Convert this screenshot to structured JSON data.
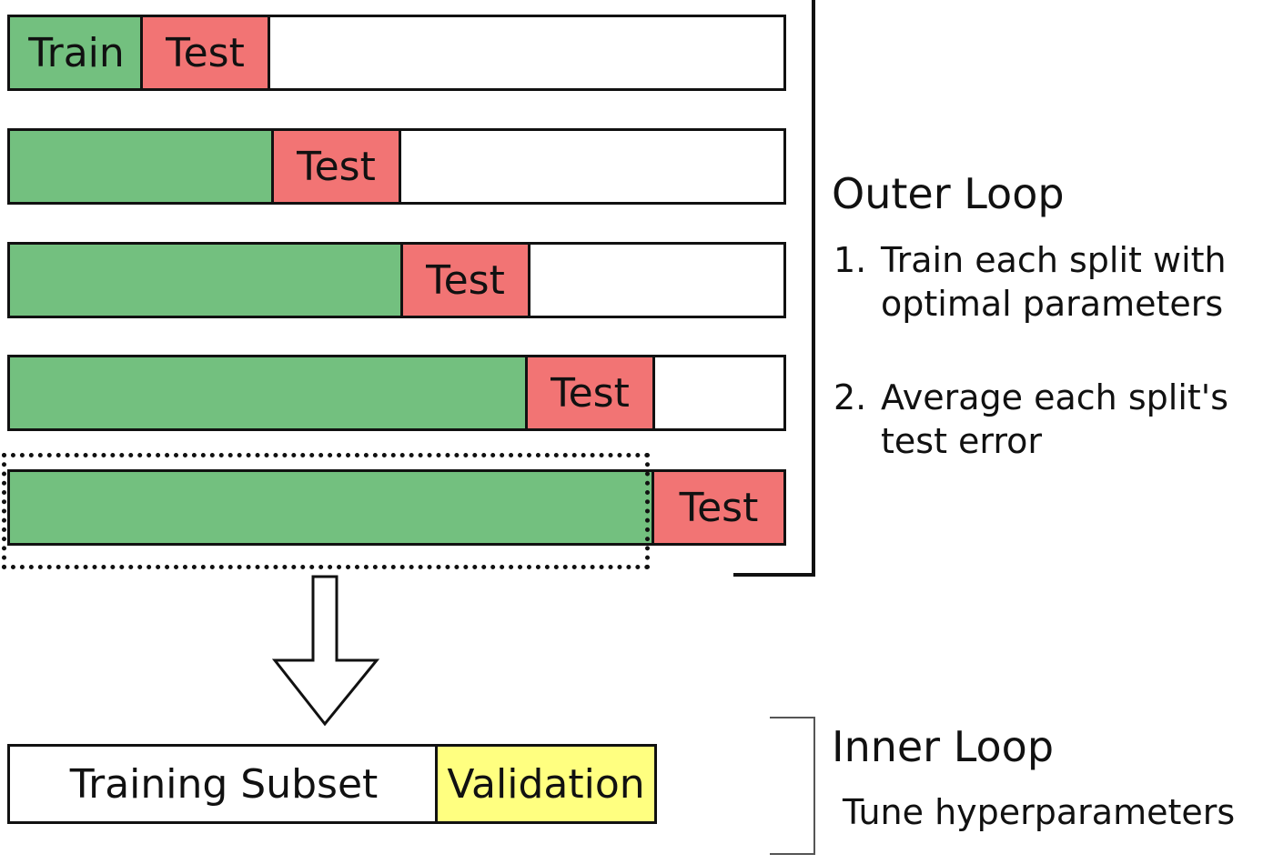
{
  "folds": [
    {
      "train_label": "Train",
      "test_label": "Test"
    },
    {
      "train_label": "",
      "test_label": "Test"
    },
    {
      "train_label": "",
      "test_label": "Test"
    },
    {
      "train_label": "",
      "test_label": "Test"
    },
    {
      "train_label": "",
      "test_label": "Test"
    }
  ],
  "outer_loop": {
    "title": "Outer Loop",
    "steps": [
      {
        "number": "1.",
        "line1": "Train each split with",
        "line2": "optimal parameters"
      },
      {
        "number": "2.",
        "line1": "Average each split's",
        "line2": "test error"
      }
    ]
  },
  "inner_loop": {
    "title": "Inner Loop",
    "subtitle": "Tune hyperparameters",
    "training_subset_label": "Training Subset",
    "validation_label": "Validation"
  },
  "colors": {
    "train": "#73c07f",
    "test": "#f27474",
    "validation": "#ffff80"
  }
}
